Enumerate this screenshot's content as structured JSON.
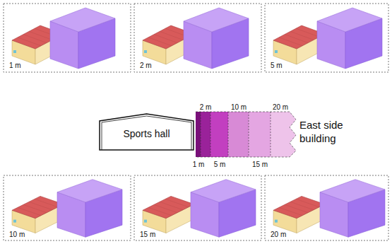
{
  "diagram": {
    "nodes": [
      {
        "text": [
          "Sports hall"
        ]
      }
    ],
    "labels": [
      "1 m",
      "2 m",
      "5 m",
      "2 m",
      "10 m",
      "20 m",
      "East side building",
      "1 m",
      "5 m",
      "15 m",
      "10 m",
      "15 m",
      "20 m"
    ]
  }
}
